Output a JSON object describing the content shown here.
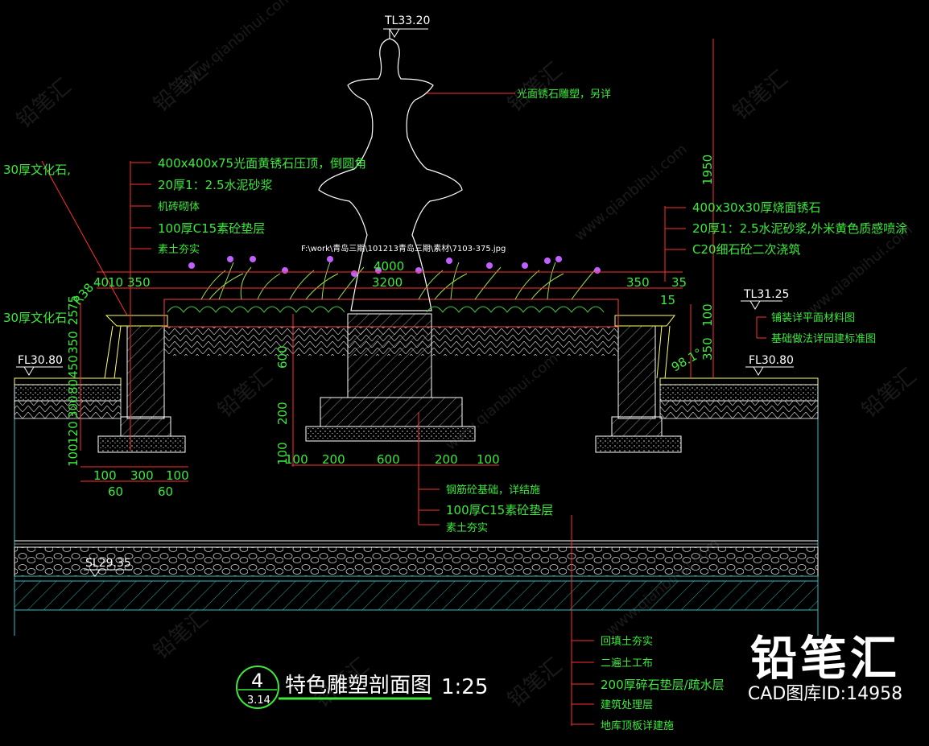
{
  "drawing": {
    "title": "特色雕塑剖面图",
    "scale": "1:25",
    "detail_no": "4",
    "sheet_no": "3.14",
    "image_path": "F:\\work\\青岛三期\\101213青岛三期\\素材\\7103-375.jpg"
  },
  "elevations": {
    "top": "TL33.20",
    "right_top": "TL31.25",
    "left_floor": "FL30.80",
    "right_floor": "FL30.80",
    "slab": "SL29.35"
  },
  "labels": {
    "sculpture": "光面锈石雕塑，另详",
    "left_side": "30厚文化石,",
    "left_side2": "30厚文化石,",
    "left_callouts": [
      "400x400x75光面黄锈石压顶，倒圆角",
      "20厚1：2.5水泥砂浆",
      "机砖砌体",
      "100厚C15素砼垫层",
      "素土夯实"
    ],
    "right_callouts": [
      "400x30x30厚烧面锈石",
      "20厚1：2.5水泥砂浆,外米黄色质感喷涂",
      "C20细石砼二次浇筑"
    ],
    "right_paving": [
      "铺装详平面材料图",
      "基础做法详园建标准图"
    ],
    "foundation_callouts": [
      "钢筋砼基础，详结施",
      "100厚C15素砼垫层",
      "素土夯实"
    ],
    "bottom_callouts": [
      "回填土夯实",
      "二遍土工布",
      "200厚碎石垫层/疏水层",
      "建筑处理层",
      "地库顶板详建施"
    ]
  },
  "dimensions": {
    "total_width": "4000",
    "inner_width": "3200",
    "left_top": [
      "40",
      "10",
      "350"
    ],
    "right_top": [
      "350",
      "35"
    ],
    "right_15": "15",
    "radius": "R38",
    "left_vertical": [
      "75",
      "25",
      "350",
      "450",
      "80",
      "300",
      "120",
      "100"
    ],
    "right_vertical": [
      "1950",
      "100",
      "350"
    ],
    "center_vertical": [
      "600",
      "200",
      "100"
    ],
    "center_bottom": [
      "100",
      "200",
      "600",
      "200",
      "100"
    ],
    "left_footing": [
      "100",
      "300",
      "100"
    ],
    "left_footing2": [
      "60",
      "60"
    ],
    "angle": "98.1°"
  },
  "brand": {
    "name": "铅笔汇",
    "cad_id": "CAD图库ID:14958"
  },
  "watermarks": [
    "铅笔汇",
    "www.qianbihui.com"
  ],
  "colors": {
    "text": "#3bea3b",
    "dim_line": "#ff3030",
    "structure": "#ffffff",
    "hatch": "#2fbfbf",
    "background": "#000000"
  }
}
